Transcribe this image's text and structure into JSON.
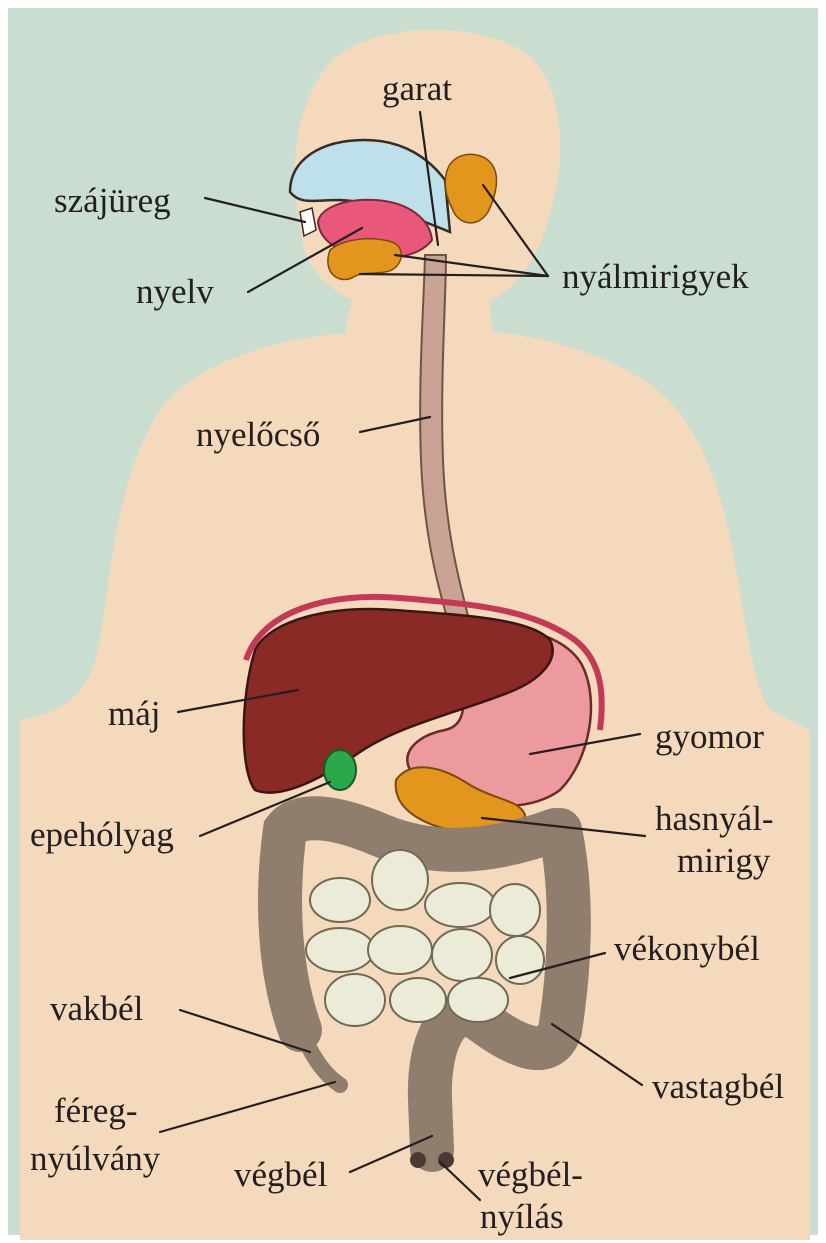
{
  "labels": {
    "garat": "garat",
    "szajureg": "szájüreg",
    "nyelv": "nyelv",
    "nyalmirigyek": "nyálmirigyek",
    "nyelocso": "nyelőcső",
    "maj": "máj",
    "gyomor": "gyomor",
    "epeholyag": "epehólyag",
    "hasnyal_1": "hasnyál-",
    "hasnyal_2": "mirigy",
    "vekonybel": "vékonybél",
    "vakbel": "vakbél",
    "fereg_1": "féreg-",
    "fereg_2": "nyúlvány",
    "vastagbel": "vastagbél",
    "vegbel": "végbél",
    "vegbelnyilas_1": "végbél-",
    "vegbelnyilas_2": "nyílás"
  },
  "colors": {
    "background": "#c9ddd0",
    "skin": "#f5d9bd",
    "liver": "#8a2a27",
    "stomach": "#ec9a9e",
    "esophagus": "#c9a393",
    "large_intestine": "#8f7d6e",
    "small_intestine": "#ecebd8",
    "pancreas": "#e3961e",
    "gallbladder": "#2aa84a",
    "nasal_cavity": "#bde0ea",
    "oral_cavity": "#e9587a",
    "diaphragm": "#c23a55",
    "label_text": "#231f20"
  }
}
